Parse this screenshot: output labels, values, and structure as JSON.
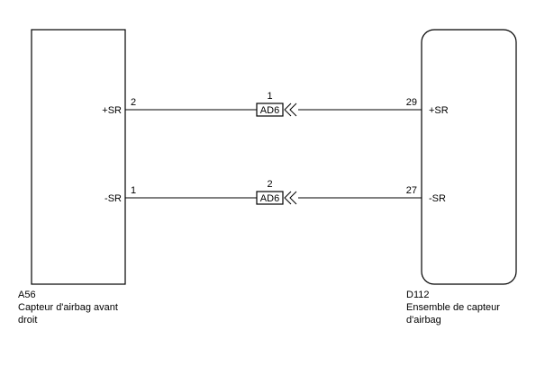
{
  "components": {
    "left": {
      "id": "A56",
      "name_line1": "Capteur d'airbag avant",
      "name_line2": "droit",
      "pins": [
        {
          "label": "+SR",
          "number": "2"
        },
        {
          "label": "-SR",
          "number": "1"
        }
      ]
    },
    "right": {
      "id": "D112",
      "name_line1": "Ensemble de capteur",
      "name_line2": "d'airbag",
      "pins": [
        {
          "label": "+SR",
          "number": "29"
        },
        {
          "label": "-SR",
          "number": "27"
        }
      ]
    }
  },
  "connectors": [
    {
      "label": "AD6",
      "pin": "1"
    },
    {
      "label": "AD6",
      "pin": "2"
    }
  ],
  "colors": {
    "line": "#000000",
    "background": "#ffffff"
  }
}
